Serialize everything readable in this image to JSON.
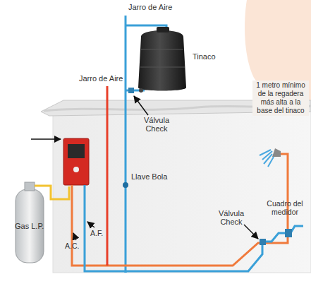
{
  "diagram": {
    "nodes": [
      {
        "text": [
          "Tinaco"
        ]
      },
      {
        "text": [
          "Gas L.P."
        ]
      }
    ],
    "labels": [
      "Jarro de Aire",
      "Jarro de Aire",
      "Válvula Check",
      "1 metro mínimo de la regadera más alta a la base del tinaco",
      "Llave Bola",
      "Válvula Check",
      "Cuadro del medidor",
      "A.C.",
      "A.F."
    ]
  }
}
